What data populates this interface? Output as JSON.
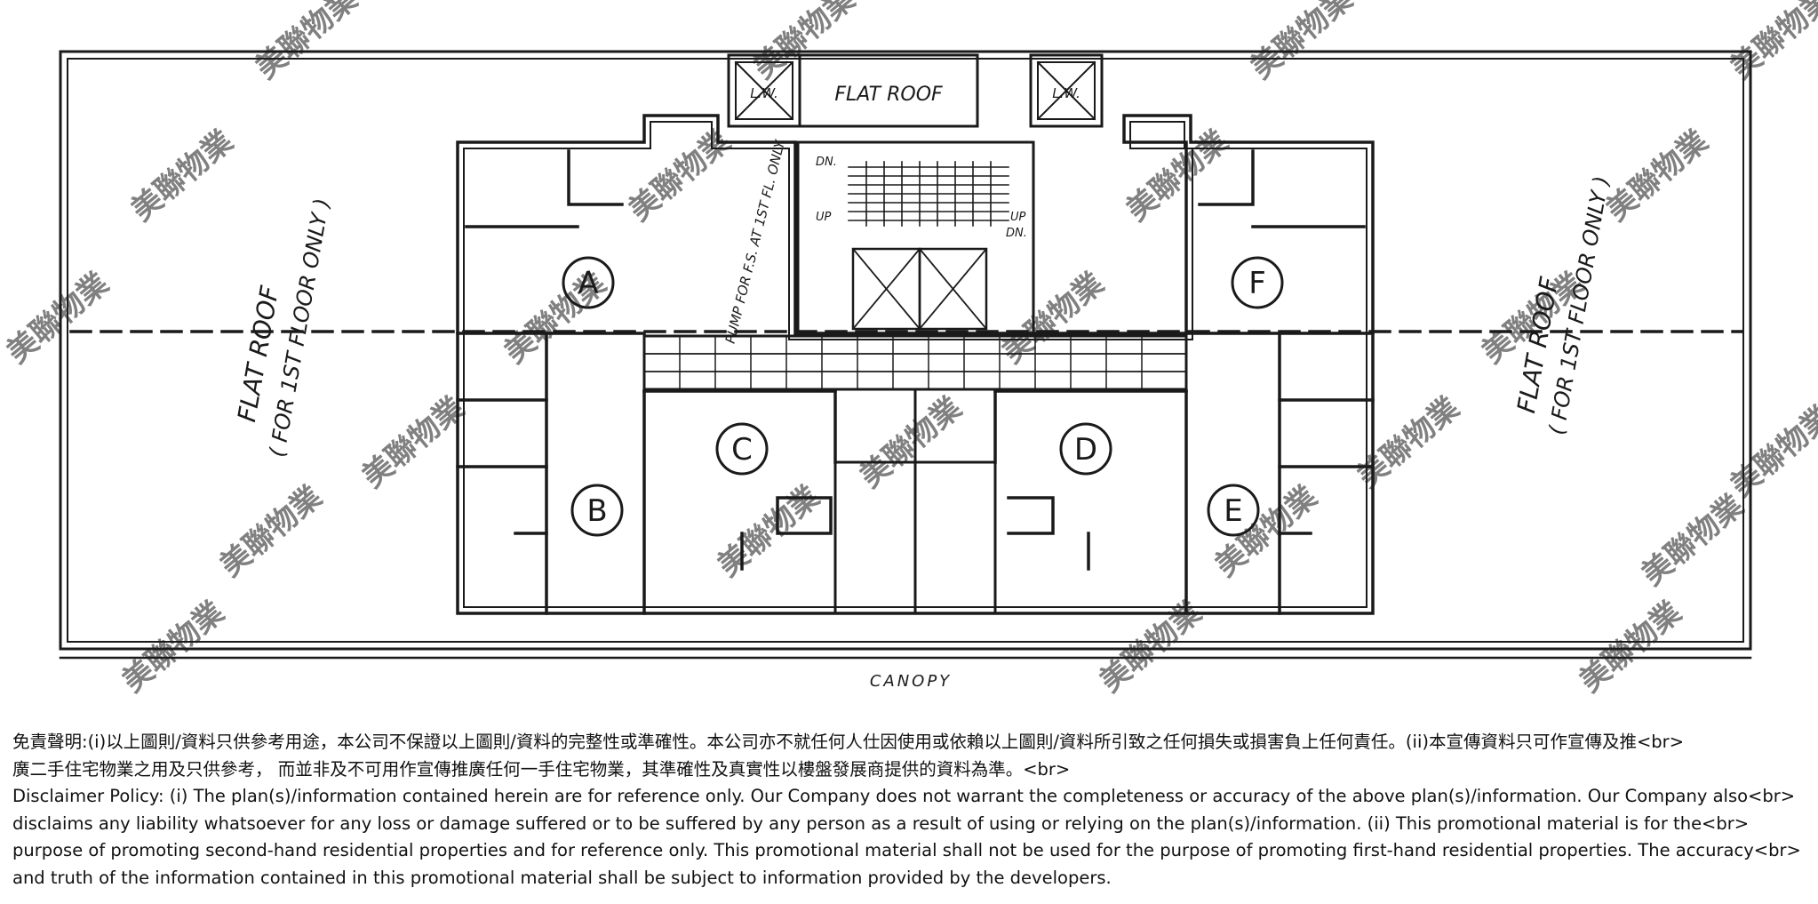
{
  "plan": {
    "labels": {
      "flat_roof_top": "FLAT ROOF",
      "lw_left": "L.W.",
      "lw_right": "L.W.",
      "flat_roof_left": "FLAT ROOF",
      "floor_note_left": "( FOR 1ST FLOOR ONLY )",
      "flat_roof_right": "FLAT ROOF",
      "floor_note_right": "( FOR 1ST FLOOR ONLY )",
      "pump_note": "PUMP FOR F.S. AT 1ST FL. ONLY.",
      "stair_dn_left": "DN.",
      "stair_up_left": "UP",
      "stair_up_right": "UP",
      "stair_dn_right": "DN.",
      "canopy": "CANOPY"
    },
    "units": [
      "A",
      "B",
      "C",
      "D",
      "E",
      "F"
    ],
    "watermark_text": "美聯物業"
  },
  "disclaimer": {
    "zh_line1": "免責聲明:(i)以上圖則/資料只供參考用途，本公司不保證以上圖則/資料的完整性或準確性。本公司亦不就任何人仕因使用或依賴以上圖則/資料所引致之任何損失或損害負上任何責任。(ii)本宣傳資料只可作宣傳及推<br>",
    "zh_line2": "廣二手住宅物業之用及只供參考， 而並非及不可用作宣傳推廣任何一手住宅物業，其準確性及真實性以樓盤發展商提供的資料為準。<br>",
    "en_line1": "Disclaimer Policy: (i) The plan(s)/information contained herein are for reference only. Our Company does not warrant the completeness or accuracy of the above plan(s)/information. Our Company also<br>",
    "en_line2": "disclaims any liability whatsoever for any loss or damage suffered or to be suffered by any person as a result of using or relying on the plan(s)/information. (ii) This promotional material is for the<br>",
    "en_line3": "purpose of promoting second-hand residential properties and for reference only. This promotional material shall not be used for the purpose of promoting first-hand residential properties. The accuracy<br>",
    "en_line4": "and truth of the information contained in this promotional material shall be subject to information provided by the developers."
  }
}
